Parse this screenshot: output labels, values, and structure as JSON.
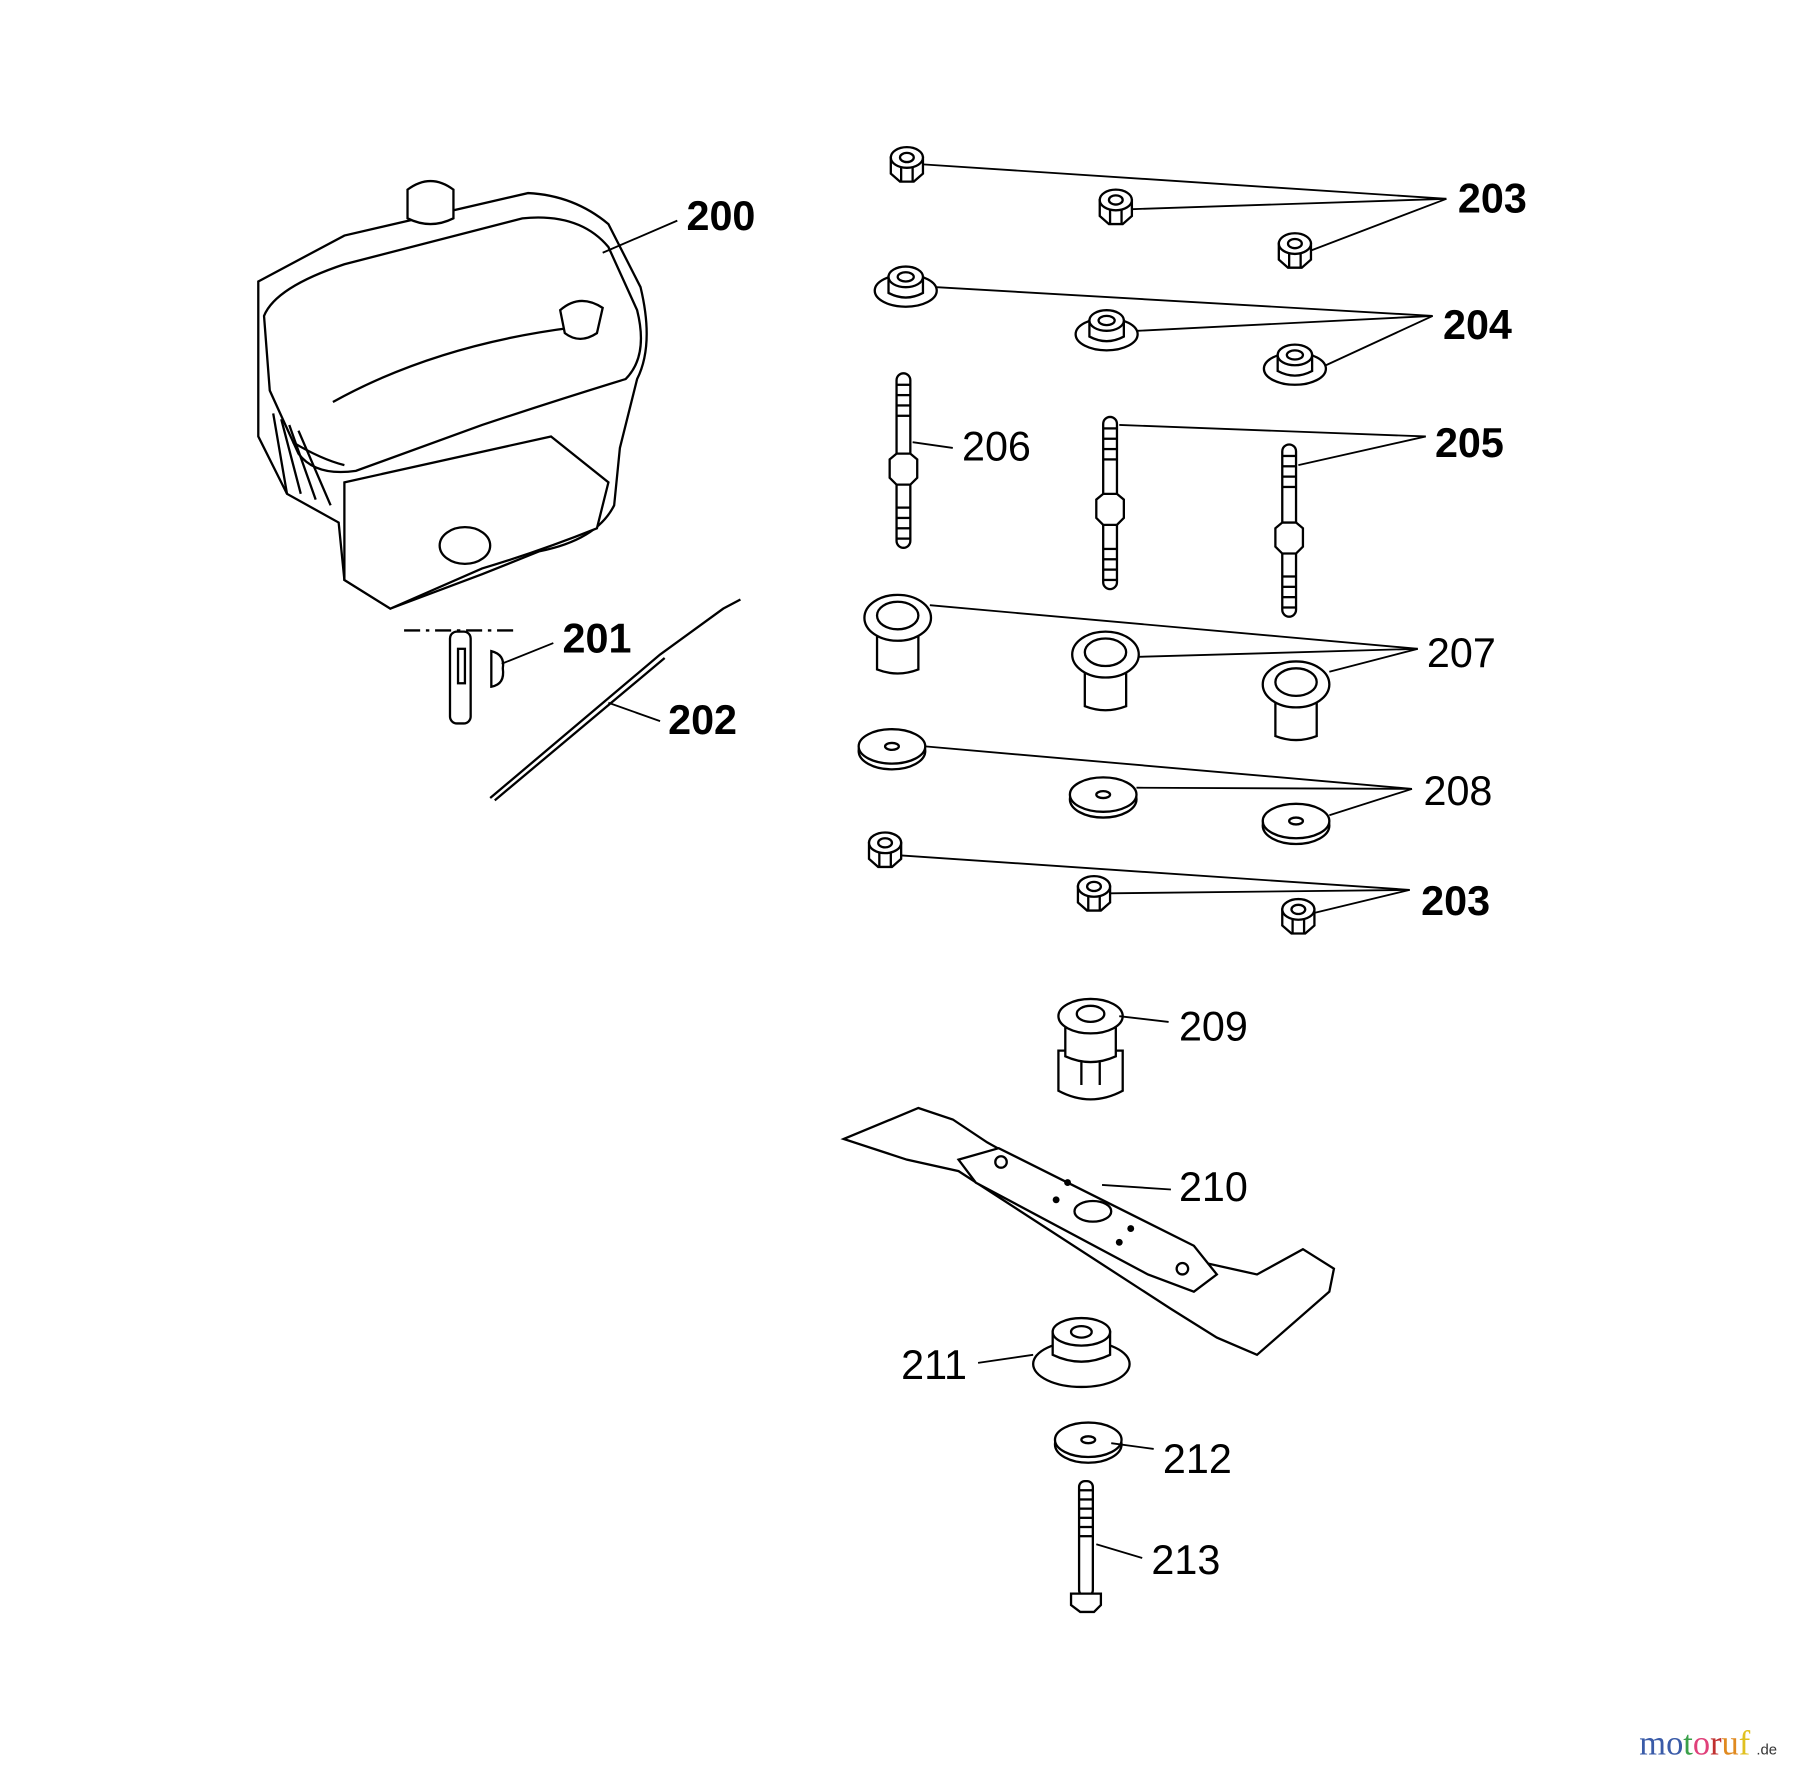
{
  "diagram": {
    "labels": {
      "l200": "200",
      "l201": "201",
      "l202": "202",
      "l203a": "203",
      "l204": "204",
      "l205": "205",
      "l206": "206",
      "l207": "207",
      "l208": "208",
      "l203b": "203",
      "l209": "209",
      "l210": "210",
      "l211": "211",
      "l212": "212",
      "l213": "213"
    }
  },
  "watermark": {
    "letters": [
      "m",
      "o",
      "t",
      "o",
      "r",
      "u",
      "f"
    ],
    "colors": [
      "#3a5ba8",
      "#3a5ba8",
      "#3aa04a",
      "#e0407a",
      "#c03030",
      "#e08a20",
      "#e0c020"
    ],
    "suffix": ".de"
  }
}
